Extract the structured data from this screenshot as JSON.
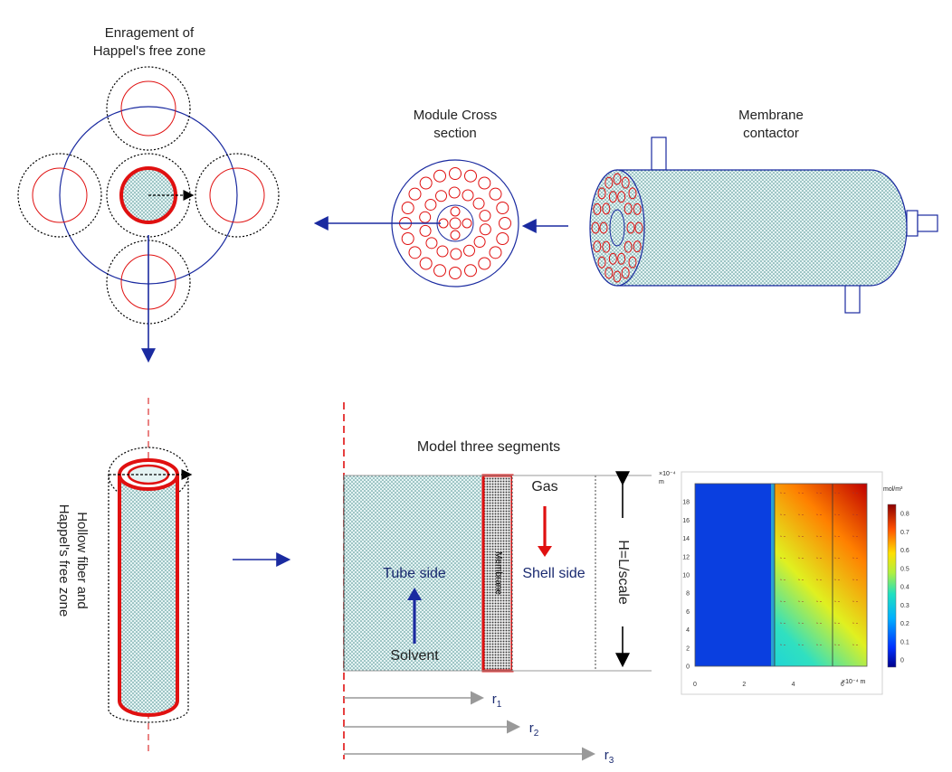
{
  "labels": {
    "enlargement_line1": "Enragement of",
    "enlargement_line2": "Happel's free zone",
    "module_line1": "Module  Cross",
    "module_line2": "section",
    "contactor_line1": "Membrane",
    "contactor_line2": "contactor",
    "hollow_line1": "Hollow fiber and",
    "hollow_line2": "Happel's free zone",
    "model_title": "Model three segments",
    "tube_side": "Tube side",
    "shell_side": "Shell side",
    "membrane": "Membrane",
    "gas": "Gas",
    "solvent": "Solvent",
    "height": "H=L/scale",
    "r1": "r",
    "r1_sub": "1",
    "r2": "r",
    "r2_sub": "2",
    "r3": "r",
    "r3_sub": "3"
  },
  "plot": {
    "y_exponent": "×10⁻⁴",
    "y_unit": "m",
    "x_exponent": "×10⁻⁴ m",
    "colorbar_unit": "mol/m³",
    "y_ticks": [
      "0",
      "2",
      "4",
      "6",
      "8",
      "10",
      "12",
      "14",
      "16",
      "18"
    ],
    "x_ticks": [
      "0",
      "2",
      "4",
      "6"
    ],
    "colorbar_ticks": [
      "0",
      "0.1",
      "0.2",
      "0.3",
      "0.4",
      "0.5",
      "0.6",
      "0.7",
      "0.8"
    ]
  },
  "colors": {
    "red": "#e01010",
    "blue": "#1a2aa0",
    "dot_fill": "#cfe6e6"
  }
}
